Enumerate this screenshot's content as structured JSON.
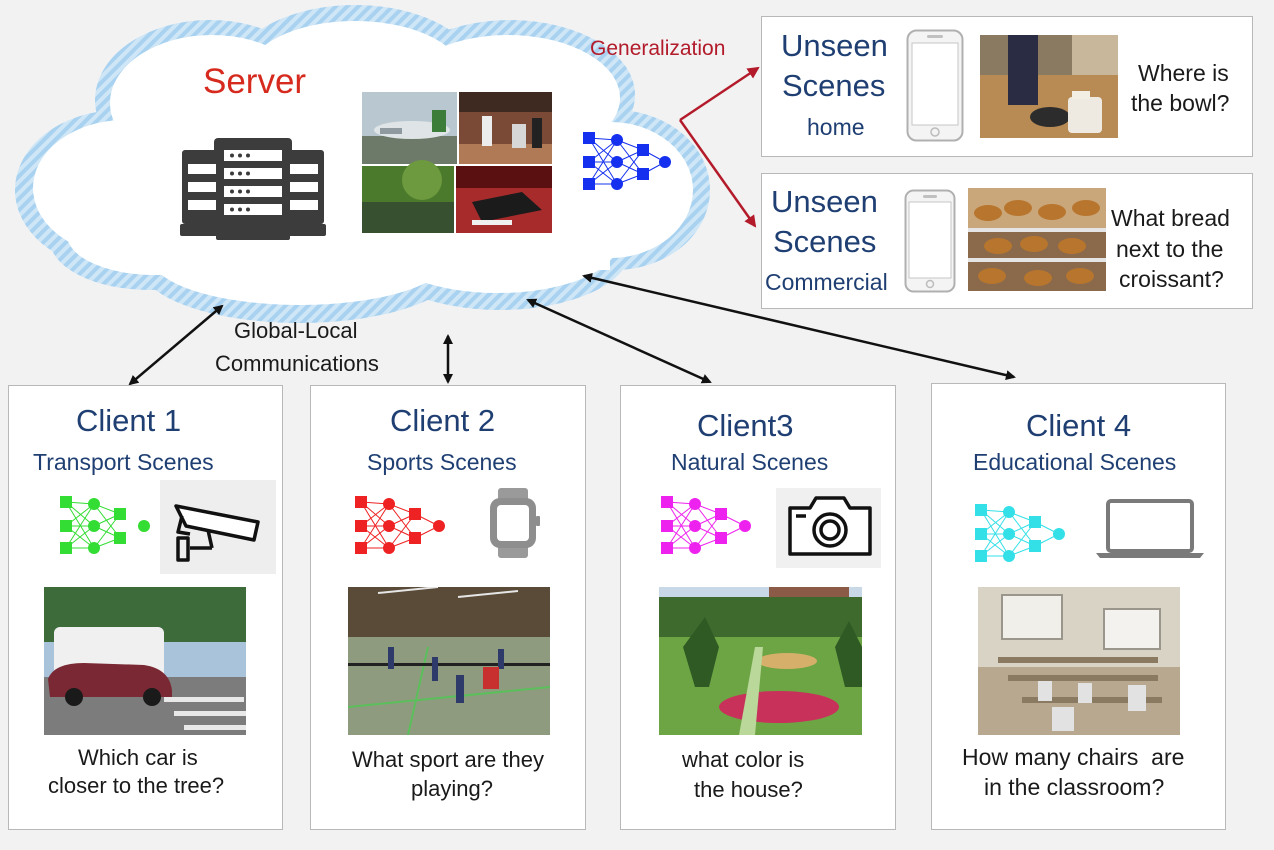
{
  "colors": {
    "server_red": "#d62a1e",
    "navy": "#1f3f73",
    "arrow_red": "#b31b2b",
    "client1_net": "#33dd33",
    "client2_net": "#ee2222",
    "client3_net": "#ee22ee",
    "client4_net": "#33e0e8",
    "server_net": "#1530ee"
  },
  "server": {
    "title": "Server",
    "icon": "server-rack-icon",
    "scene_thumbs": [
      "airport",
      "baseball",
      "lake",
      "piano"
    ]
  },
  "generalization_label": "Generalization",
  "communications_label": [
    "Global-Local",
    "Communications"
  ],
  "unseen": [
    {
      "title": [
        "Unseen",
        "Scenes"
      ],
      "subtitle": "home",
      "device_icon": "phone-icon",
      "photo": "kitchen",
      "question": [
        "Where is",
        "the bowl?"
      ]
    },
    {
      "title": [
        "Unseen",
        "Scenes"
      ],
      "subtitle": "Commercial",
      "device_icon": "phone-icon",
      "photo": "bakery",
      "question": [
        "What bread",
        "next to the",
        "croissant?"
      ]
    }
  ],
  "clients": [
    {
      "title": "Client 1",
      "scenes": "Transport Scenes",
      "device_icon": "security-camera-icon",
      "photo": "street",
      "question": [
        "Which car is",
        "closer to the tree?"
      ]
    },
    {
      "title": "Client 2",
      "scenes": "Sports Scenes",
      "device_icon": "smartwatch-icon",
      "photo": "badminton-court",
      "question": [
        "What sport are they",
        "playing?"
      ]
    },
    {
      "title": "Client3",
      "scenes": "Natural Scenes",
      "device_icon": "camera-icon",
      "photo": "garden",
      "question": [
        "what color is",
        "the house?"
      ]
    },
    {
      "title": "Client 4",
      "scenes": "Educational Scenes",
      "device_icon": "laptop-icon",
      "photo": "classroom",
      "question": [
        "How many chairs  are",
        "in the classroom?"
      ]
    }
  ]
}
